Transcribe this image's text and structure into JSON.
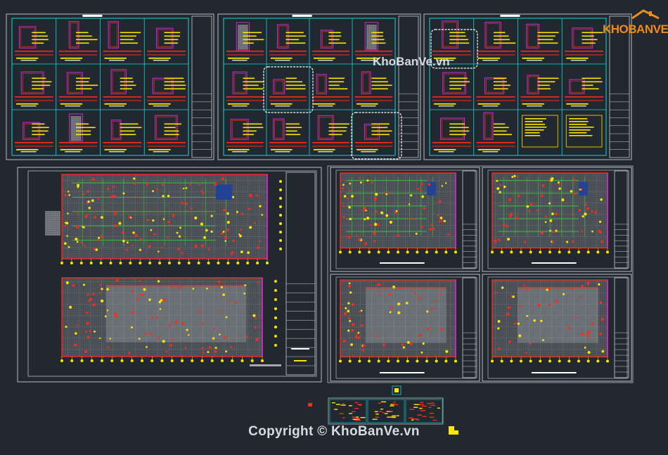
{
  "watermark": {
    "logo_text": "KHOBANVE",
    "center_text": "KhoBanVe.vn",
    "copyright": "Copyright © KhoBanVe.vn"
  },
  "colors": {
    "background": "#212830",
    "sheet_border": "#b9bec4",
    "title_block": "#c9ced4",
    "cyan_grid": "#19d3d8",
    "red": "#ff2a1a",
    "yellow": "#ffe600",
    "magenta": "#d12bd6",
    "green": "#39c23d",
    "white": "#ffffff",
    "orange_logo": "#f08a1c"
  },
  "viewer": {
    "application": "CAD drawing viewer",
    "content": "drawing sheets in model space"
  }
}
